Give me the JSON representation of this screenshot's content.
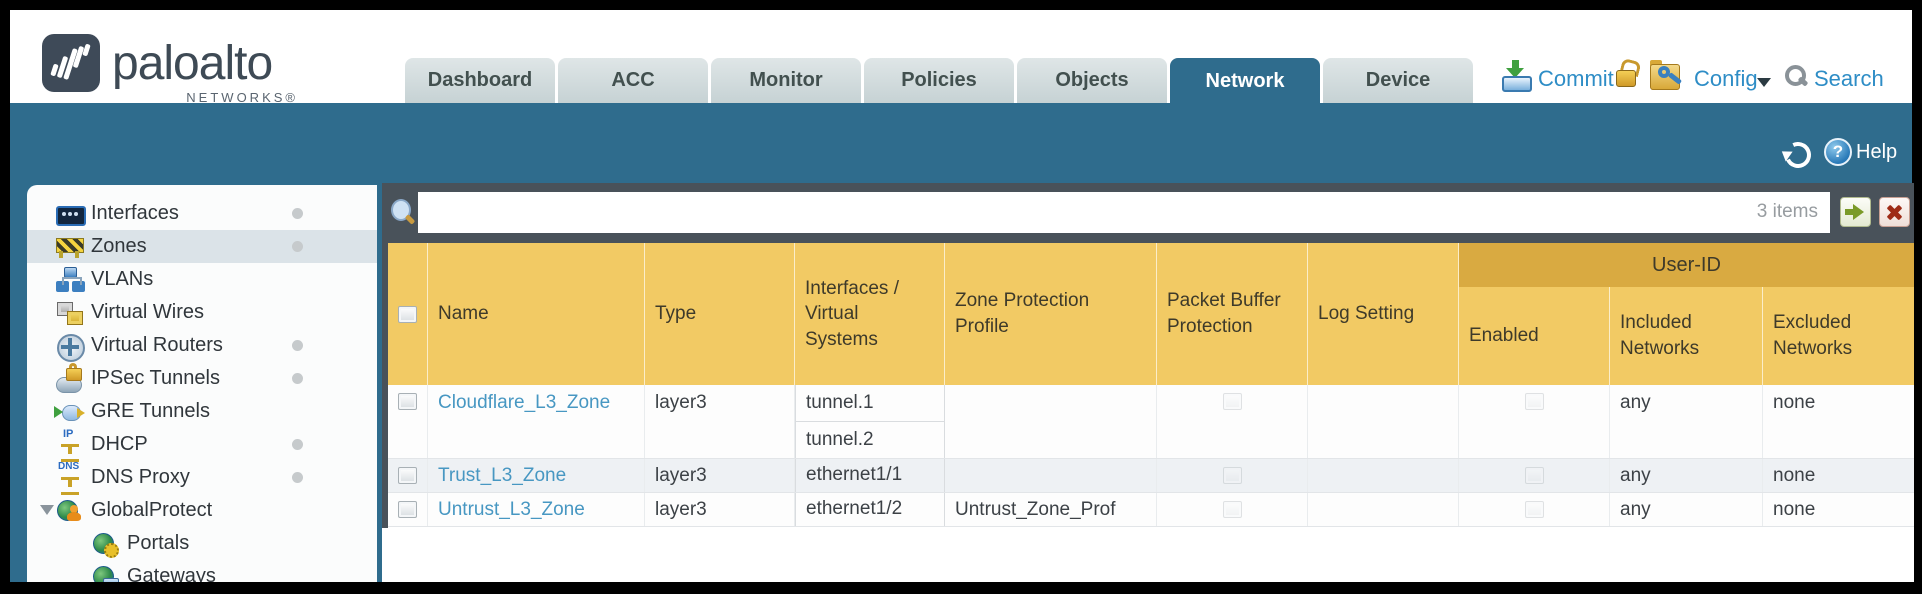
{
  "brand": {
    "name": "paloalto",
    "sub": "NETWORKS®"
  },
  "nav_tabs": [
    {
      "label": "Dashboard",
      "selected": false
    },
    {
      "label": "ACC",
      "selected": false
    },
    {
      "label": "Monitor",
      "selected": false
    },
    {
      "label": "Policies",
      "selected": false
    },
    {
      "label": "Objects",
      "selected": false
    },
    {
      "label": "Network",
      "selected": true
    },
    {
      "label": "Device",
      "selected": false
    }
  ],
  "utilities": {
    "commit": "Commit",
    "config": "Config",
    "search": "Search"
  },
  "band": {
    "help": "Help"
  },
  "sidebar": {
    "items": [
      {
        "label": "Interfaces",
        "icon": "interfaces-icon",
        "dot": true
      },
      {
        "label": "Zones",
        "icon": "zones-icon",
        "dot": true,
        "selected": true
      },
      {
        "label": "VLANs",
        "icon": "vlans-icon"
      },
      {
        "label": "Virtual Wires",
        "icon": "virtual-wires-icon"
      },
      {
        "label": "Virtual Routers",
        "icon": "virtual-routers-icon",
        "dot": true
      },
      {
        "label": "IPSec Tunnels",
        "icon": "ipsec-tunnels-icon",
        "dot": true
      },
      {
        "label": "GRE Tunnels",
        "icon": "gre-tunnels-icon"
      },
      {
        "label": "DHCP",
        "icon": "dhcp-icon",
        "dot": true
      },
      {
        "label": "DNS Proxy",
        "icon": "dns-proxy-icon",
        "dot": true
      },
      {
        "label": "GlobalProtect",
        "icon": "globalprotect-icon",
        "expanded": true
      },
      {
        "label": "Portals",
        "icon": "portals-icon",
        "child": true
      },
      {
        "label": "Gateways",
        "icon": "gateways-icon",
        "child": true
      }
    ]
  },
  "filter": {
    "value": "",
    "count": "3 items"
  },
  "table": {
    "headers": {
      "name": "Name",
      "type": "Type",
      "interfaces": "Interfaces / Virtual Systems",
      "zone_protection_profile": "Zone Protection Profile",
      "packet_buffer_protection": "Packet Buffer Protection",
      "log_setting": "Log Setting",
      "group": "User-ID",
      "enabled": "Enabled",
      "included_networks": "Included Networks",
      "excluded_networks": "Excluded Networks"
    },
    "rows": [
      {
        "name": "Cloudflare_L3_Zone",
        "type": "layer3",
        "interfaces": [
          "tunnel.1",
          "tunnel.2"
        ],
        "zone_protection_profile": "",
        "log_setting": "",
        "included_networks": "any",
        "excluded_networks": "none"
      },
      {
        "name": "Trust_L3_Zone",
        "type": "layer3",
        "interfaces": [
          "ethernet1/1"
        ],
        "zone_protection_profile": "",
        "log_setting": "",
        "included_networks": "any",
        "excluded_networks": "none"
      },
      {
        "name": "Untrust_L3_Zone",
        "type": "layer3",
        "interfaces": [
          "ethernet1/2"
        ],
        "zone_protection_profile": "Untrust_Zone_Prof",
        "log_setting": "",
        "included_networks": "any",
        "excluded_networks": "none"
      }
    ]
  },
  "colors": {
    "teal": "#2f6c8d",
    "slate_toolbar": "#49525a",
    "header_amber": "#f2ca64",
    "user_id_band": "#d9aa41",
    "link_blue": "#4797c2",
    "utility_blue": "#2e8dc6",
    "tab_gray": "#ccd6d8",
    "selected_nav": "#dbe3e8"
  }
}
